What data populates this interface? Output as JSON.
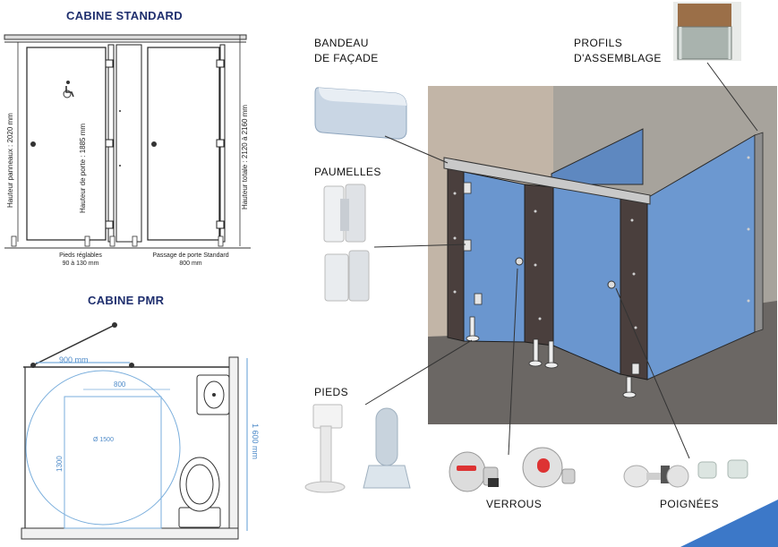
{
  "standard": {
    "title": "CABINE STANDARD",
    "dim_panels": "Hauteur panneaux : 2020 mm",
    "dim_door": "Hauteur de porte : 1885 mm",
    "dim_total": "Hauteur totale : 2120 à 2160 mm",
    "feet_line1": "Pieds réglables",
    "feet_line2": "90 à 130 mm",
    "passage_line1": "Passage de porte Standard",
    "passage_line2": "800 mm"
  },
  "pmr": {
    "title": "CABINE PMR",
    "width": "900 mm",
    "inner_width": "800",
    "circle": "Ø 1500",
    "depth_inner": "1300",
    "depth_total": "1 600 mm"
  },
  "labels": {
    "bandeau_1": "BANDEAU",
    "bandeau_2": "DE FAÇADE",
    "profils_1": "PROFILS",
    "profils_2": "D'ASSEMBLAGE",
    "paumelles": "PAUMELLES",
    "pieds": "PIEDS",
    "verrous": "VERROUS",
    "poignees": "POIGNÉES"
  },
  "colors": {
    "title": "#1f2f6e",
    "panel_blue": "#6a96cf",
    "panel_dark": "#4a3f3d",
    "accent": "#3c78c8"
  }
}
